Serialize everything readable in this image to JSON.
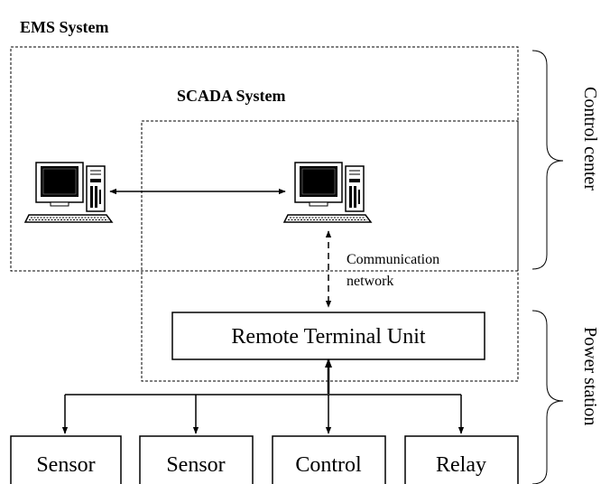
{
  "labels": {
    "ems_system": "EMS System",
    "scada_system": "SCADA System",
    "communication": "Communication",
    "network": "network",
    "rtu": "Remote Terminal Unit",
    "control_center": "Control center",
    "power_station": "Power station"
  },
  "devices": [
    {
      "label": "Sensor"
    },
    {
      "label": "Sensor"
    },
    {
      "label": "Control"
    },
    {
      "label": "Relay"
    }
  ],
  "icons": {
    "computer_left": "desktop-computer-icon",
    "computer_right": "desktop-computer-icon"
  }
}
